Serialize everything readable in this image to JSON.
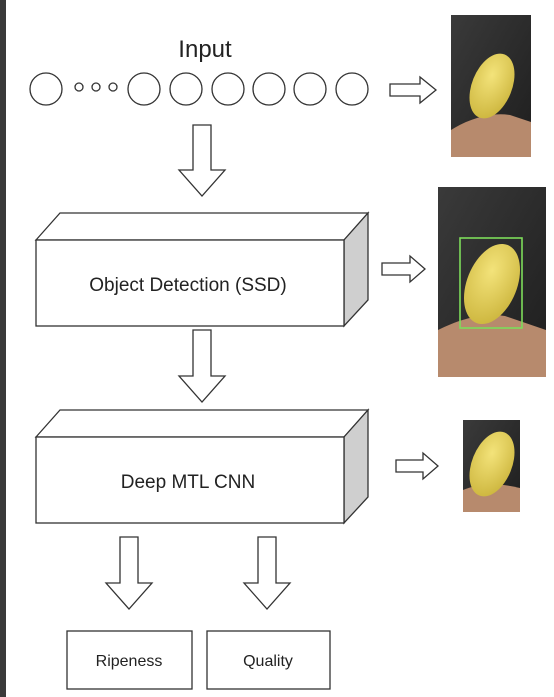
{
  "diagram": {
    "input_label": "Input",
    "stage1_label": "Object Detection (SSD)",
    "stage2_label": "Deep MTL CNN",
    "output_ripeness": "Ripeness",
    "output_quality": "Quality"
  },
  "images": {
    "input_photo": "mango-in-hand-photo",
    "detection_photo": "mango-with-green-bounding-box-photo",
    "cropped_photo": "cropped-mango-photo"
  },
  "colors": {
    "bounding_box": "#7ddc5a",
    "mango": "#e8d65c",
    "photo_bg": "#2b2b2b",
    "left_border": "#3a3a3a"
  }
}
